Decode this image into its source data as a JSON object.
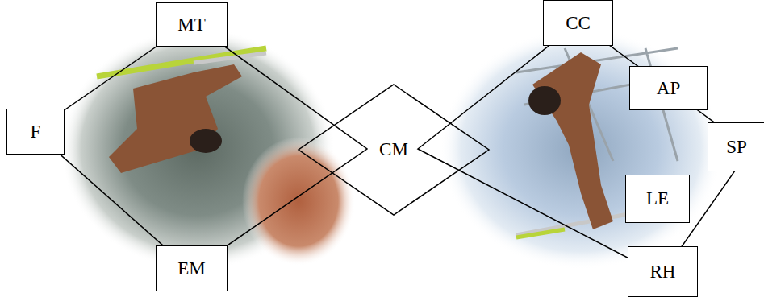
{
  "diagram": {
    "nodes": [
      {
        "text": [
          "MT"
        ]
      },
      {
        "text": [
          "F"
        ]
      },
      {
        "text": [
          "EM"
        ]
      },
      {
        "text": [
          "CM"
        ]
      },
      {
        "text": [
          "CC"
        ]
      },
      {
        "text": [
          "AP"
        ]
      },
      {
        "text": [
          "SP"
        ]
      },
      {
        "text": [
          "LE"
        ]
      },
      {
        "text": [
          "RH"
        ]
      }
    ]
  }
}
